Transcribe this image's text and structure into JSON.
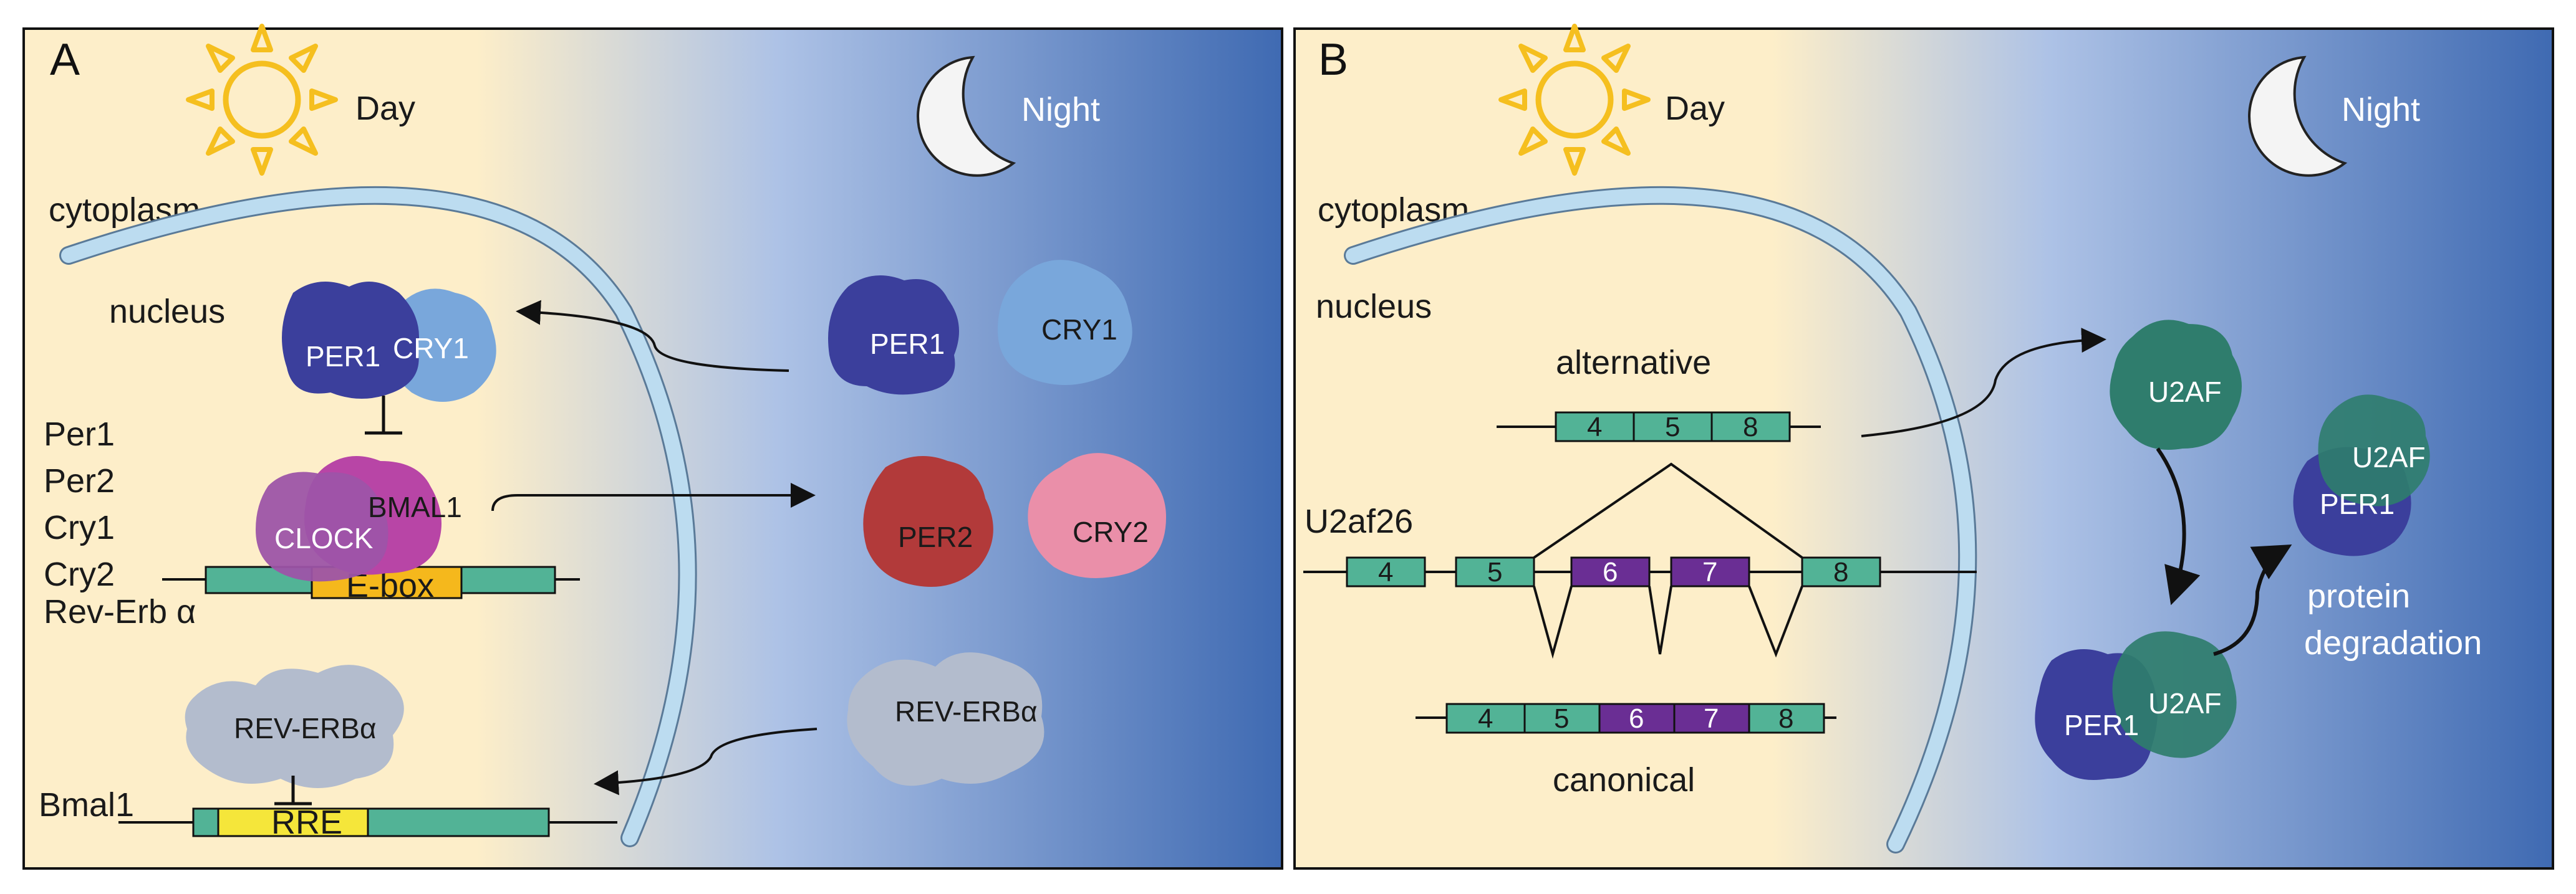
{
  "panelA": {
    "letter": "A",
    "day_label": "Day",
    "night_label": "Night",
    "cytoplasm_label": "cytoplasm",
    "nucleus_label": "nucleus",
    "gene_list": [
      "Per1",
      "Per2",
      "Cry1",
      "Cry2",
      "Rev-Erb α"
    ],
    "bmal1_label": "Bmal1",
    "ebox_label": "E-box",
    "rre_label": "RRE",
    "proteins": {
      "per1_nuc": "PER1",
      "cry1_nuc": "CRY1",
      "clock": "CLOCK",
      "bmal1": "BMAL1",
      "reverb_nuc": "REV-ERBα",
      "per1_cyto": "PER1",
      "cry1_cyto": "CRY1",
      "per2_cyto": "PER2",
      "cry2_cyto": "CRY2",
      "reverb_cyto": "REV-ERBα"
    }
  },
  "panelB": {
    "letter": "B",
    "day_label": "Day",
    "night_label": "Night",
    "cytoplasm_label": "cytoplasm",
    "nucleus_label": "nucleus",
    "gene_label": "U2af26",
    "alternative_label": "alternative",
    "canonical_label": "canonical",
    "alt_exons": [
      "4",
      "5",
      "8"
    ],
    "gene_exons": [
      "4",
      "5",
      "6",
      "7",
      "8"
    ],
    "canon_exons": [
      "4",
      "5",
      "6",
      "7",
      "8"
    ],
    "proteins": {
      "u2af_top": "U2AF",
      "u2af_complex": "U2AF",
      "per1_complex": "PER1",
      "per1_bottom": "PER1",
      "u2af_bottom": "U2AF"
    },
    "degradation_line1": "protein",
    "degradation_line2": "degradation"
  },
  "colors": {
    "day_bg": "#fdeec9",
    "night_bg": "#3f6ab2",
    "exon_green": "#52b396",
    "exon_purple": "#6a2e94",
    "ebox_orange": "#f5b81c",
    "rre_yellow": "#f5e63a",
    "per1_blue": "#3b3f9c",
    "cry1_lightblue": "#79a7db",
    "clock_purple": "#9d54a8",
    "bmal1_magenta": "#b845a6",
    "per2_red": "#b23a3a",
    "cry2_pink": "#ea8fa9",
    "reverb_grey": "#b3bccd",
    "u2af_teal": "#2f7d6d",
    "sun_yellow": "#f5bf1f",
    "nuclear_membrane": "#bcdcf0"
  }
}
